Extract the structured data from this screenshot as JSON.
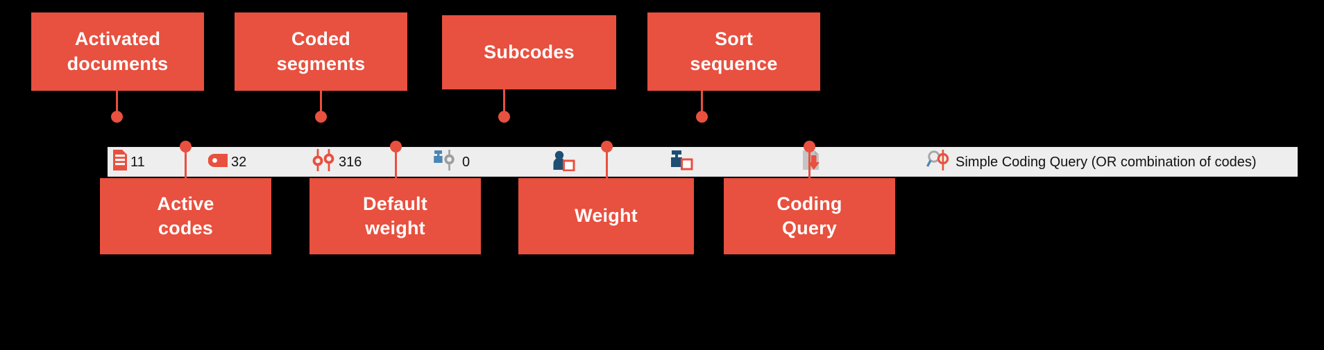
{
  "theme": {
    "background": "#000000",
    "callout_fill": "#E8503F",
    "callout_text": "#FFFFFF",
    "toolbar_bg": "#EEEEEE",
    "toolbar_text": "#111111",
    "icon_red": "#E8503F",
    "icon_blue": "#4A86B4",
    "icon_darkblue": "#1D4F73",
    "icon_gray": "#BFBFBF",
    "icon_gray_dark": "#9E9E9E"
  },
  "callouts_top": [
    {
      "id": "activated-documents",
      "lines": [
        "Activated",
        "documents"
      ]
    },
    {
      "id": "coded-segments",
      "lines": [
        "Coded",
        "segments"
      ]
    },
    {
      "id": "subcodes",
      "lines": [
        "Subcodes"
      ]
    },
    {
      "id": "sort-sequence",
      "lines": [
        "Sort",
        "sequence"
      ]
    }
  ],
  "callouts_bottom": [
    {
      "id": "active-codes",
      "lines": [
        "Active",
        "codes"
      ]
    },
    {
      "id": "default-weight",
      "lines": [
        "Default",
        "weight"
      ]
    },
    {
      "id": "weight",
      "lines": [
        "Weight"
      ]
    },
    {
      "id": "coding-query",
      "lines": [
        "Coding",
        "Query"
      ]
    }
  ],
  "toolbar": {
    "items": [
      {
        "id": "activated-documents",
        "icon": "document-icon",
        "value": "11"
      },
      {
        "id": "active-codes",
        "icon": "tag-icon",
        "value": "32"
      },
      {
        "id": "coded-segments",
        "icon": "coded-segments-icon",
        "value": "316"
      },
      {
        "id": "default-weight",
        "icon": "default-weight-icon",
        "value": "0"
      },
      {
        "id": "weight-only",
        "icon": "weight-person-icon",
        "value": ""
      },
      {
        "id": "weight",
        "icon": "weight-pin-icon",
        "value": ""
      },
      {
        "id": "sort-sequence",
        "icon": "sort-sequence-icon",
        "value": ""
      },
      {
        "id": "coding-query",
        "icon": "coding-query-icon",
        "value": "Simple Coding Query (OR combination of codes)"
      }
    ]
  }
}
